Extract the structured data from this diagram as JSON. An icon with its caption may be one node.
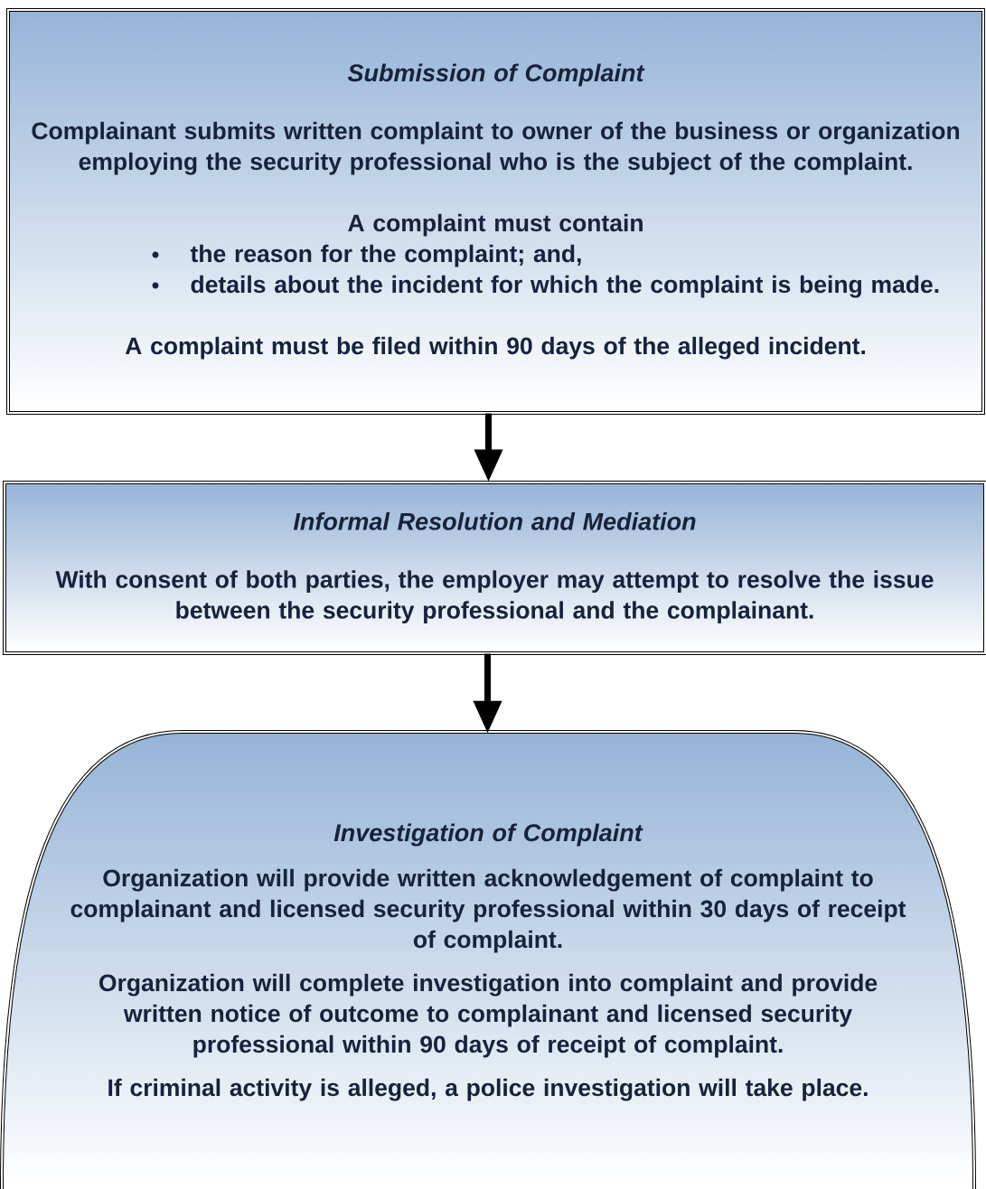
{
  "diagram": {
    "nodes": [
      {
        "text": [
          "Submission of Complaint",
          "Complainant submits written complaint to owner of the business or organization employing the security professional who is the subject of the complaint.",
          "A complaint must contain",
          "the reason for the complaint; and,",
          "details about the incident for which the complaint is being made.",
          "A complaint must be filed within 90 days of the alleged incident."
        ]
      },
      {
        "text": [
          "Informal Resolution and Mediation",
          "With consent of both parties, the employer may attempt to resolve the issue between the security professional and the complainant."
        ]
      },
      {
        "text": [
          "Investigation of Complaint",
          "Organization will provide written acknowledgement of complaint to complainant and licensed security professional within 30 days of receipt of complaint.",
          "Organization will complete investigation into complaint and provide written notice of outcome to complainant and licensed security professional within 90 days of receipt of complaint.",
          "If criminal activity is alleged, a police investigation will take place."
        ]
      }
    ],
    "edges": [
      {
        "from": 0,
        "to": 1,
        "arrow": "to"
      },
      {
        "from": 1,
        "to": 2,
        "arrow": "to"
      }
    ]
  }
}
